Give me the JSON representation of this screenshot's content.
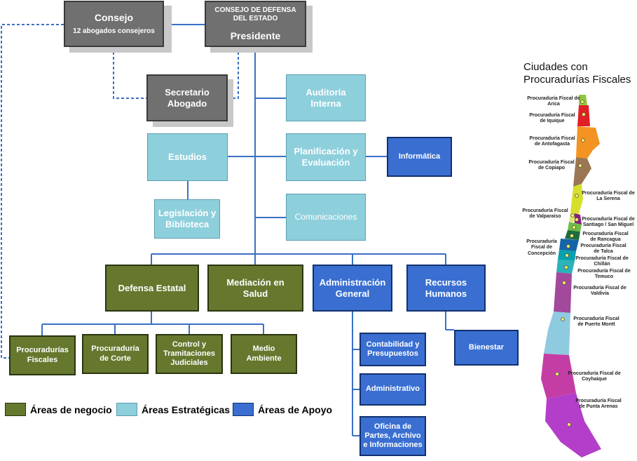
{
  "org": {
    "consejo": {
      "title": "Consejo",
      "subtitle": "12 abogados consejeros"
    },
    "presidente": {
      "line1": "CONSEJO DE DEFENSA",
      "line2": "DEL ESTADO",
      "title": "Presidente"
    },
    "secretario": "Secretario Abogado",
    "auditoria": "Auditoría Interna",
    "estudios": "Estudios",
    "planificacion": "Planificación y Evaluación",
    "informatica": "Informática",
    "legislacion": "Legislación y Biblioteca",
    "comunicaciones": "Comunicaciones",
    "defensa": "Defensa Estatal",
    "mediacion": "Mediación en Salud",
    "administracion": "Administración General",
    "recursos": "Recursos Humanos",
    "procuradurias": "Procuradurías Fiscales",
    "procuraduria_corte": "Procuraduría de Corte",
    "control": "Control y Tramitaciones Judiciales",
    "medio": "Medio Ambiente",
    "contabilidad": "Contabilidad y Presupuestos",
    "administrativo": "Administrativo",
    "oficina": "Oficina de Partes, Archivo e Informaciones",
    "bienestar": "Bienestar"
  },
  "legend": [
    {
      "label": "Áreas de negocio",
      "color": "#65782e"
    },
    {
      "label": "Áreas Estratégicas",
      "color": "#8ecfdc"
    },
    {
      "label": "Áreas de Apoyo",
      "color": "#3a6fd1"
    }
  ],
  "map": {
    "title_line1": "Ciudades con",
    "title_line2": "Procuradurías Fiscales",
    "cities": [
      "Procuraduría Fiscal de Arica",
      "Procuraduría Fiscal de Iquique",
      "Procuraduría Fiscal de Antofagasta",
      "Procuraduría Fiscal de Copiapo",
      "Procuraduría Fiscal de La Serena",
      "Procuraduría Fiscal de Valparaíso",
      "Procuraduría Fiscal de Santiago / San Miguel",
      "Procuraduría Fiscal de Rancagua",
      "Procuraduría Fiscal de Concepción",
      "Procuraduría Fiscal de Talca",
      "Procuraduría Fiscal de Chillán",
      "Procuraduría Fiscal de Temuco",
      "Procuraduría Fiscal de Valdivia",
      "Procuraduría Fiscal de Puerto Montt",
      "Procuraduría Fiscal de Coyhaique",
      "Procuraduría Fiscal de Punta Arenas"
    ]
  }
}
